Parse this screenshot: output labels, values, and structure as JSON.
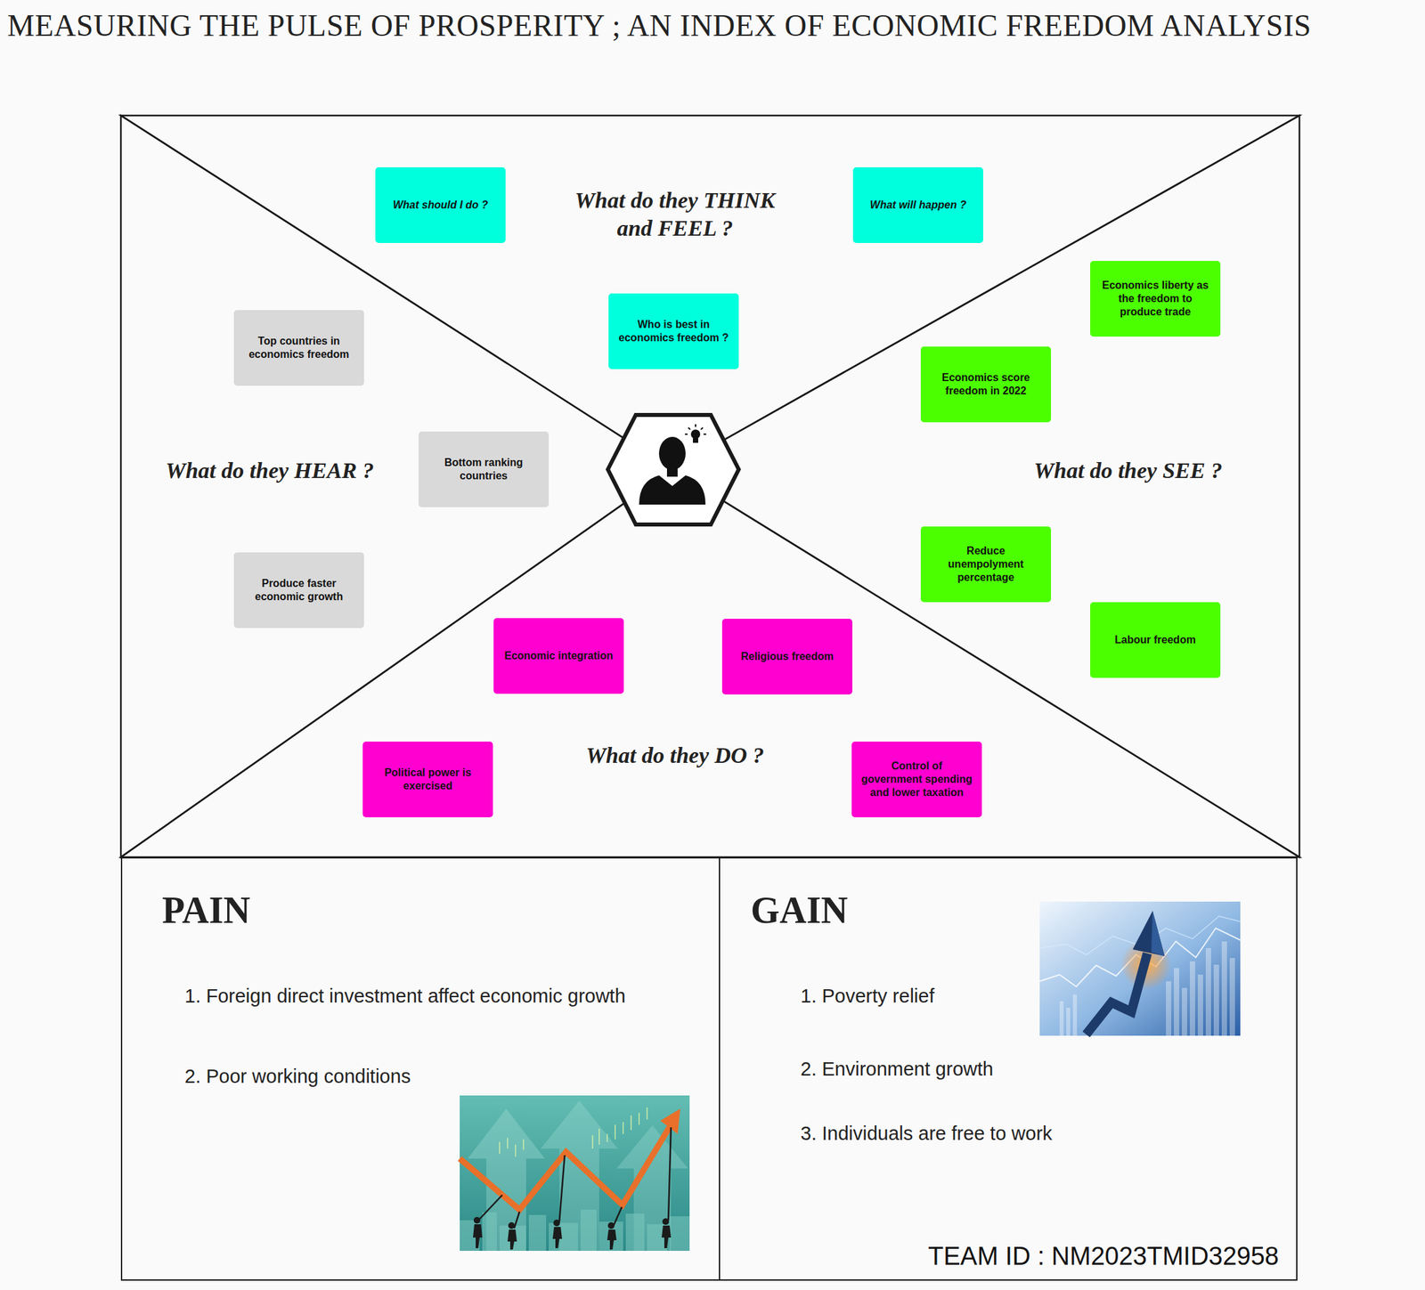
{
  "diagram": {
    "title": "MEASURING THE PULSE OF PROSPERITY ; AN INDEX OF ECONOMIC FREEDOM ANALYSIS",
    "nodes": [
      {
        "text": [
          "What do they THINK and FEEL ?"
        ]
      },
      {
        "text": [
          "What should I do ?"
        ],
        "in": 0
      },
      {
        "text": [
          "What will happen ?"
        ],
        "in": 0
      },
      {
        "text": [
          "Who is best in economics freedom ?"
        ],
        "in": 0
      },
      {
        "text": [
          "What do they HEAR ?"
        ]
      },
      {
        "text": [
          "Top countries in economics freedom"
        ],
        "in": 4
      },
      {
        "text": [
          "Bottom ranking countries"
        ],
        "in": 4
      },
      {
        "text": [
          "Produce faster economic growth"
        ],
        "in": 4
      },
      {
        "text": [
          "What do they SEE ?"
        ]
      },
      {
        "text": [
          "Economics liberty as the freedom to produce trade"
        ],
        "in": 8
      },
      {
        "text": [
          "Economics score freedom in 2022"
        ],
        "in": 8
      },
      {
        "text": [
          "Reduce unempolyment percentage"
        ],
        "in": 8
      },
      {
        "text": [
          "Labour freedom"
        ],
        "in": 8
      },
      {
        "text": [
          "What do they DO ?"
        ]
      },
      {
        "text": [
          "Economic integration"
        ],
        "in": 13
      },
      {
        "text": [
          "Religious freedom"
        ],
        "in": 13
      },
      {
        "text": [
          "Political power is exercised"
        ],
        "in": 13
      },
      {
        "text": [
          "Control of government spending and lower taxation"
        ],
        "in": 13
      },
      {
        "text": [
          "PAIN",
          "1. Foreign direct investment affect economic growth",
          "2. Poor working conditions"
        ]
      },
      {
        "text": [
          "GAIN",
          "1. Poverty relief",
          "2. Environment growth",
          "3. Individuals are free to work"
        ]
      }
    ],
    "labels": [
      "TEAM ID : NM2023TMID32958"
    ]
  }
}
